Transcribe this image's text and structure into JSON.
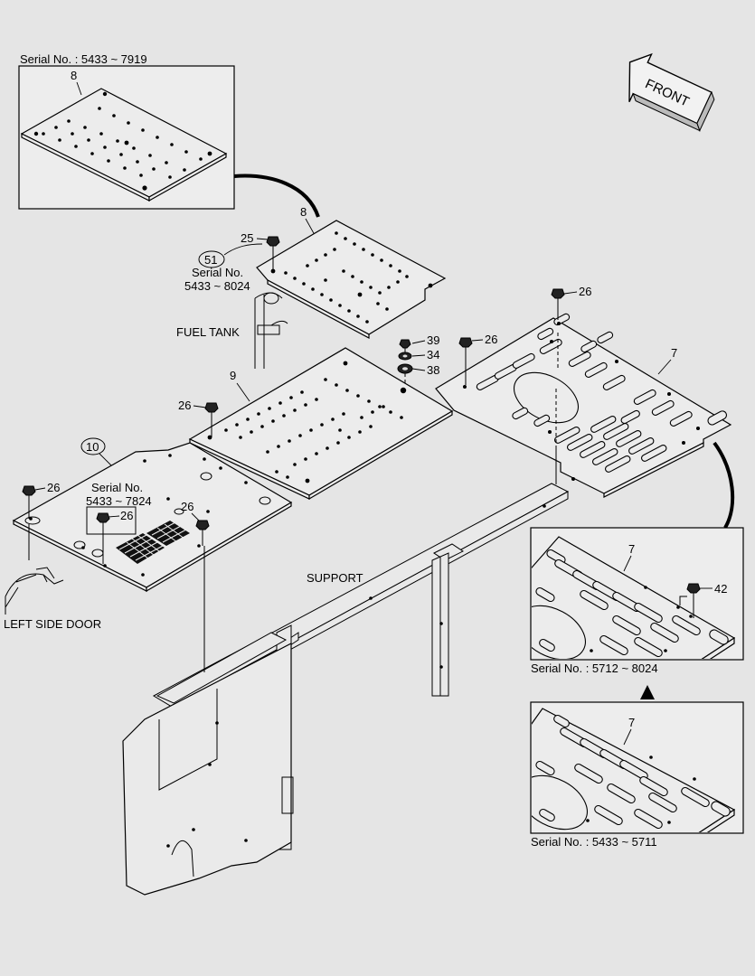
{
  "inset_top_left": {
    "serial_label": "Serial No. : 5433 ~ 7919",
    "part_no": "8"
  },
  "front_arrow": {
    "label": "FRONT"
  },
  "plate_8": {
    "part_no": "8",
    "bolt_no": "25",
    "circled_no": "51",
    "serial_title": "Serial No.",
    "serial_range": "5433 ~ 8024"
  },
  "fuel_tank": {
    "label": "FUEL TANK"
  },
  "plate_9": {
    "part_no": "9",
    "bolt_no": "26"
  },
  "hardware": {
    "item_39": "39",
    "item_34": "34",
    "item_38": "38"
  },
  "plate_7": {
    "part_no": "7",
    "bolt_left": "26",
    "bolt_top": "26"
  },
  "plate_10": {
    "circled_no": "10",
    "serial_title": "Serial No.",
    "serial_range": "5433 ~ 7824",
    "bolt_a": "26",
    "bolt_b": "26",
    "bolt_c": "26"
  },
  "support": {
    "label": "SUPPORT"
  },
  "left_side_door": {
    "label": "LEFT SIDE DOOR"
  },
  "inset_mid_right": {
    "part_no": "7",
    "bolt_no": "42",
    "serial_label": "Serial No. : 5712 ~ 8024"
  },
  "inset_bottom_right": {
    "part_no": "7",
    "serial_label": "Serial No. : 5433 ~ 5711"
  },
  "colors": {
    "background": "#e5e5e5",
    "line": "#000000",
    "part_fill": "#ececec"
  }
}
